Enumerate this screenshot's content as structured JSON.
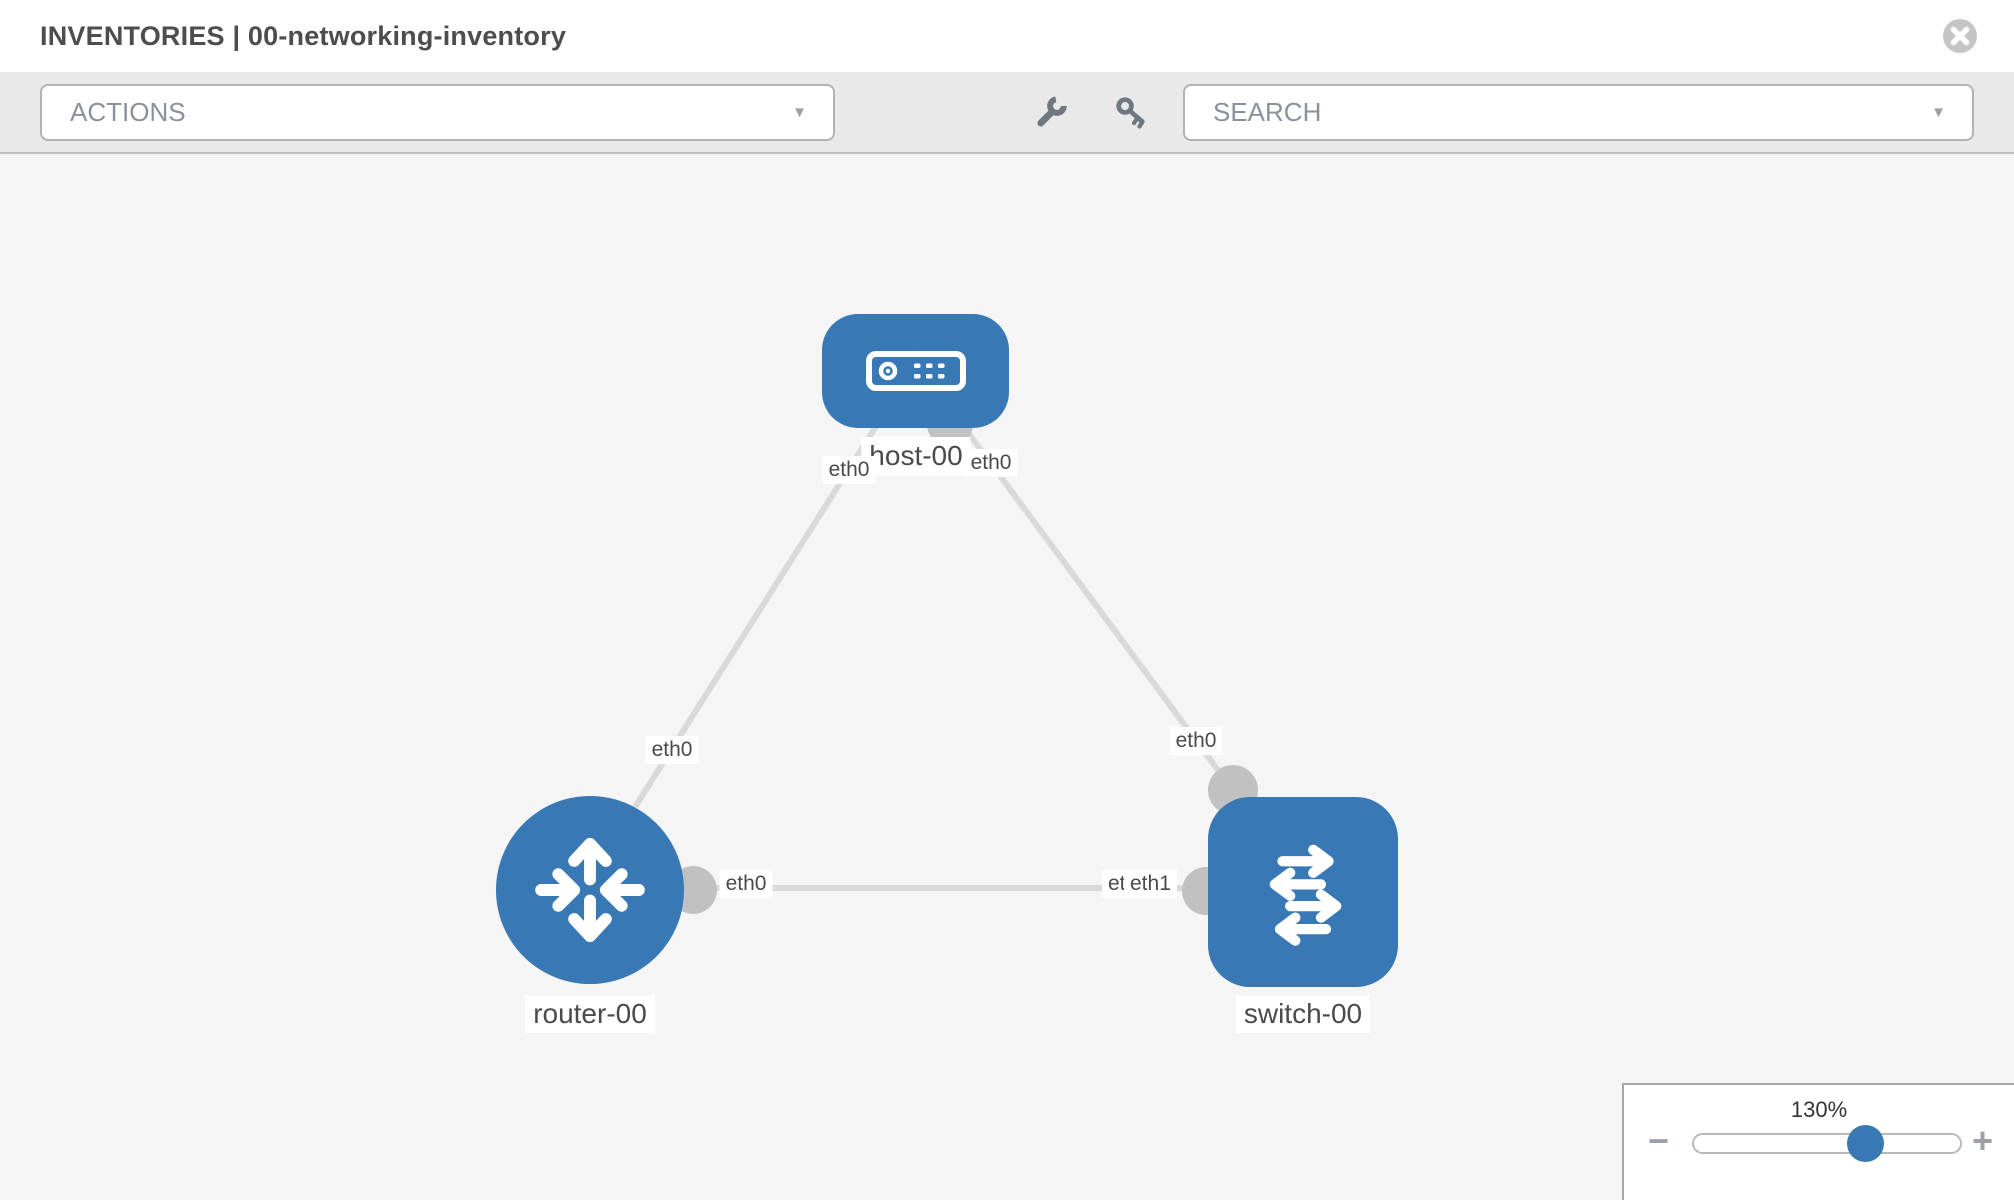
{
  "header": {
    "title": "INVENTORIES | 00-networking-inventory"
  },
  "toolbar": {
    "actions_label": "ACTIONS",
    "search_label": "SEARCH",
    "caret": "▼",
    "tool_icons": [
      "wrench-icon",
      "key-icon"
    ]
  },
  "topology": {
    "nodes": [
      {
        "id": "host-00",
        "type": "host",
        "label": "host-00",
        "icon": "server-icon"
      },
      {
        "id": "router-00",
        "type": "router",
        "label": "router-00",
        "icon": "router-arrows-icon"
      },
      {
        "id": "switch-00",
        "type": "switch",
        "label": "switch-00",
        "icon": "switch-arrows-icon"
      }
    ],
    "links": [
      {
        "from": "host-00",
        "to": "router-00",
        "from_label": "eth0",
        "to_label": "eth0"
      },
      {
        "from": "host-00",
        "to": "switch-00",
        "from_label": "eth0",
        "to_label": "eth0"
      },
      {
        "from": "router-00",
        "to": "switch-00",
        "from_label": "eth0",
        "to_labels": [
          "eth0",
          "eth1"
        ],
        "to_labels_note": "overlapping chips rendered as etleth1"
      }
    ]
  },
  "zoom_control": {
    "level": "130%",
    "percent": 130,
    "minus_label": "−",
    "plus_label": "+"
  },
  "colors": {
    "node_blue": "#3878b5",
    "link_gray": "#d9d9d9",
    "port_gray": "#c1c1c1",
    "toolbar_bg": "#e9e9e9",
    "canvas_bg": "#f5f5f5",
    "title_text": "#4d4d4d",
    "muted_text": "#8b9199"
  }
}
